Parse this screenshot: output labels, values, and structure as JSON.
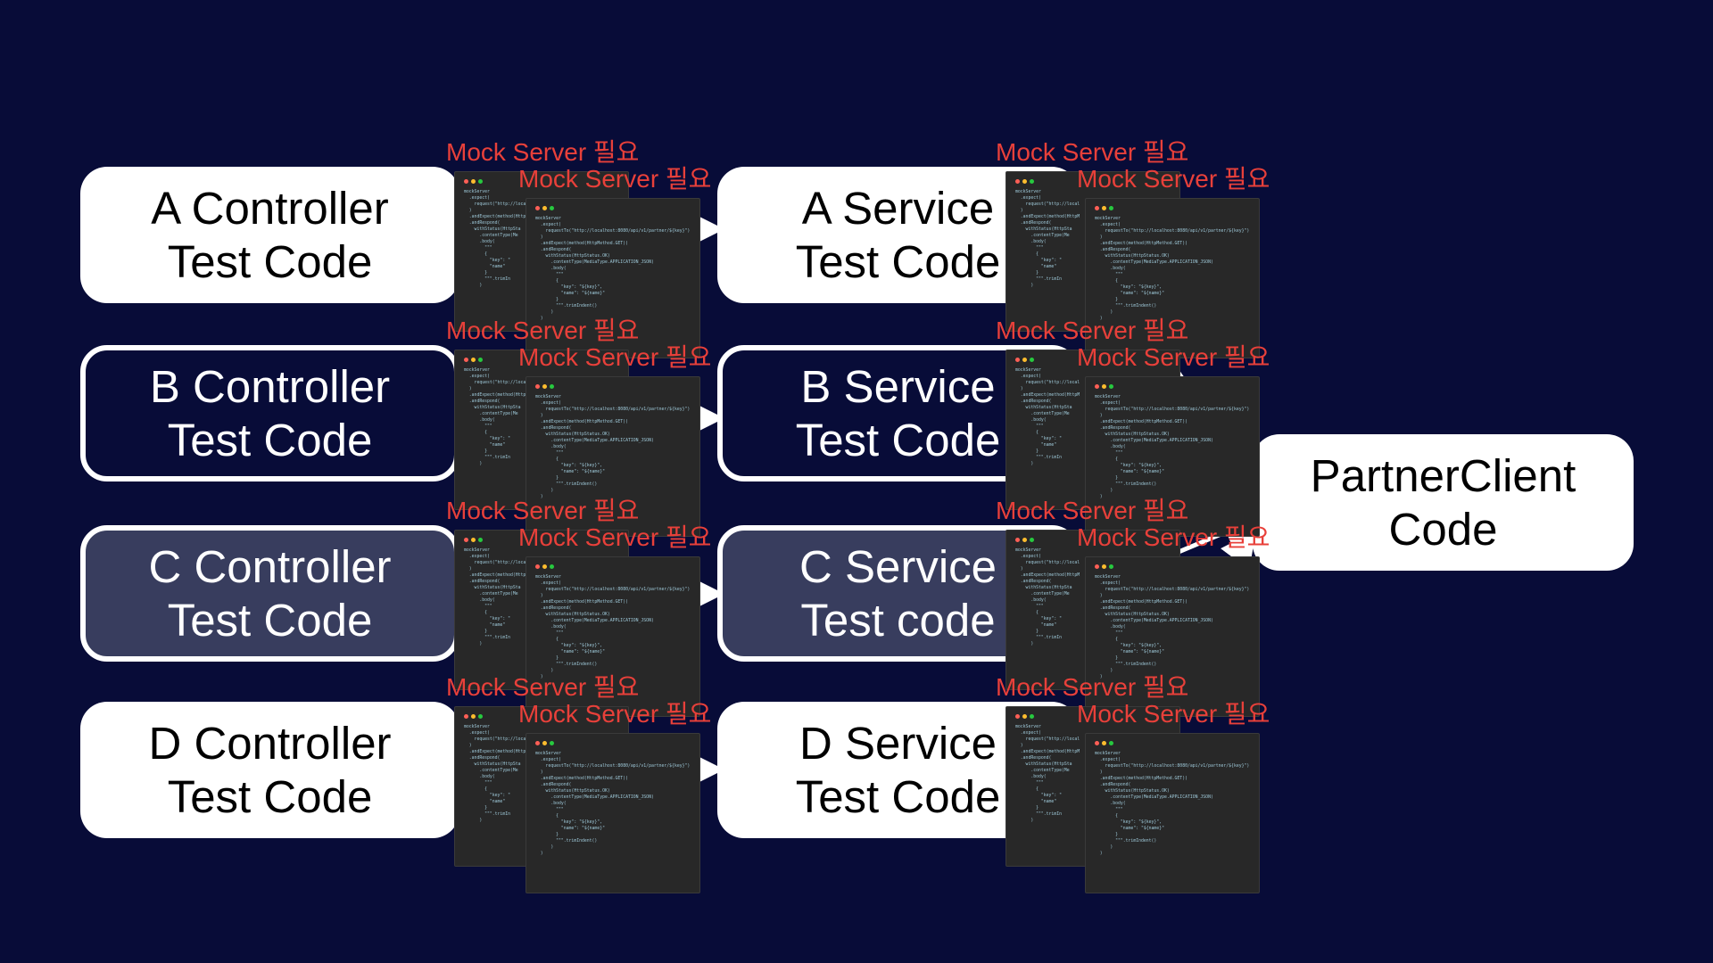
{
  "controllers": [
    {
      "line1": "A Controller",
      "line2": "Test Code"
    },
    {
      "line1": "B Controller",
      "line2": "Test Code"
    },
    {
      "line1": "C Controller",
      "line2": "Test Code"
    },
    {
      "line1": "D Controller",
      "line2": "Test Code"
    }
  ],
  "services": [
    {
      "line1": "A Service",
      "line2": "Test Code"
    },
    {
      "line1": "B Service",
      "line2": "Test Code"
    },
    {
      "line1": "C Service",
      "line2": "Test code"
    },
    {
      "line1": "D Service",
      "line2": "Test Code"
    }
  ],
  "partner": {
    "line1": "PartnerClient",
    "line2": "Code"
  },
  "mock_label": "Mock Server 필요",
  "colors": {
    "background": "#080c38",
    "box_white": "#ffffff",
    "box_slate": "#383d5e",
    "label_red": "#e8403a",
    "code_bg": "#282828"
  }
}
